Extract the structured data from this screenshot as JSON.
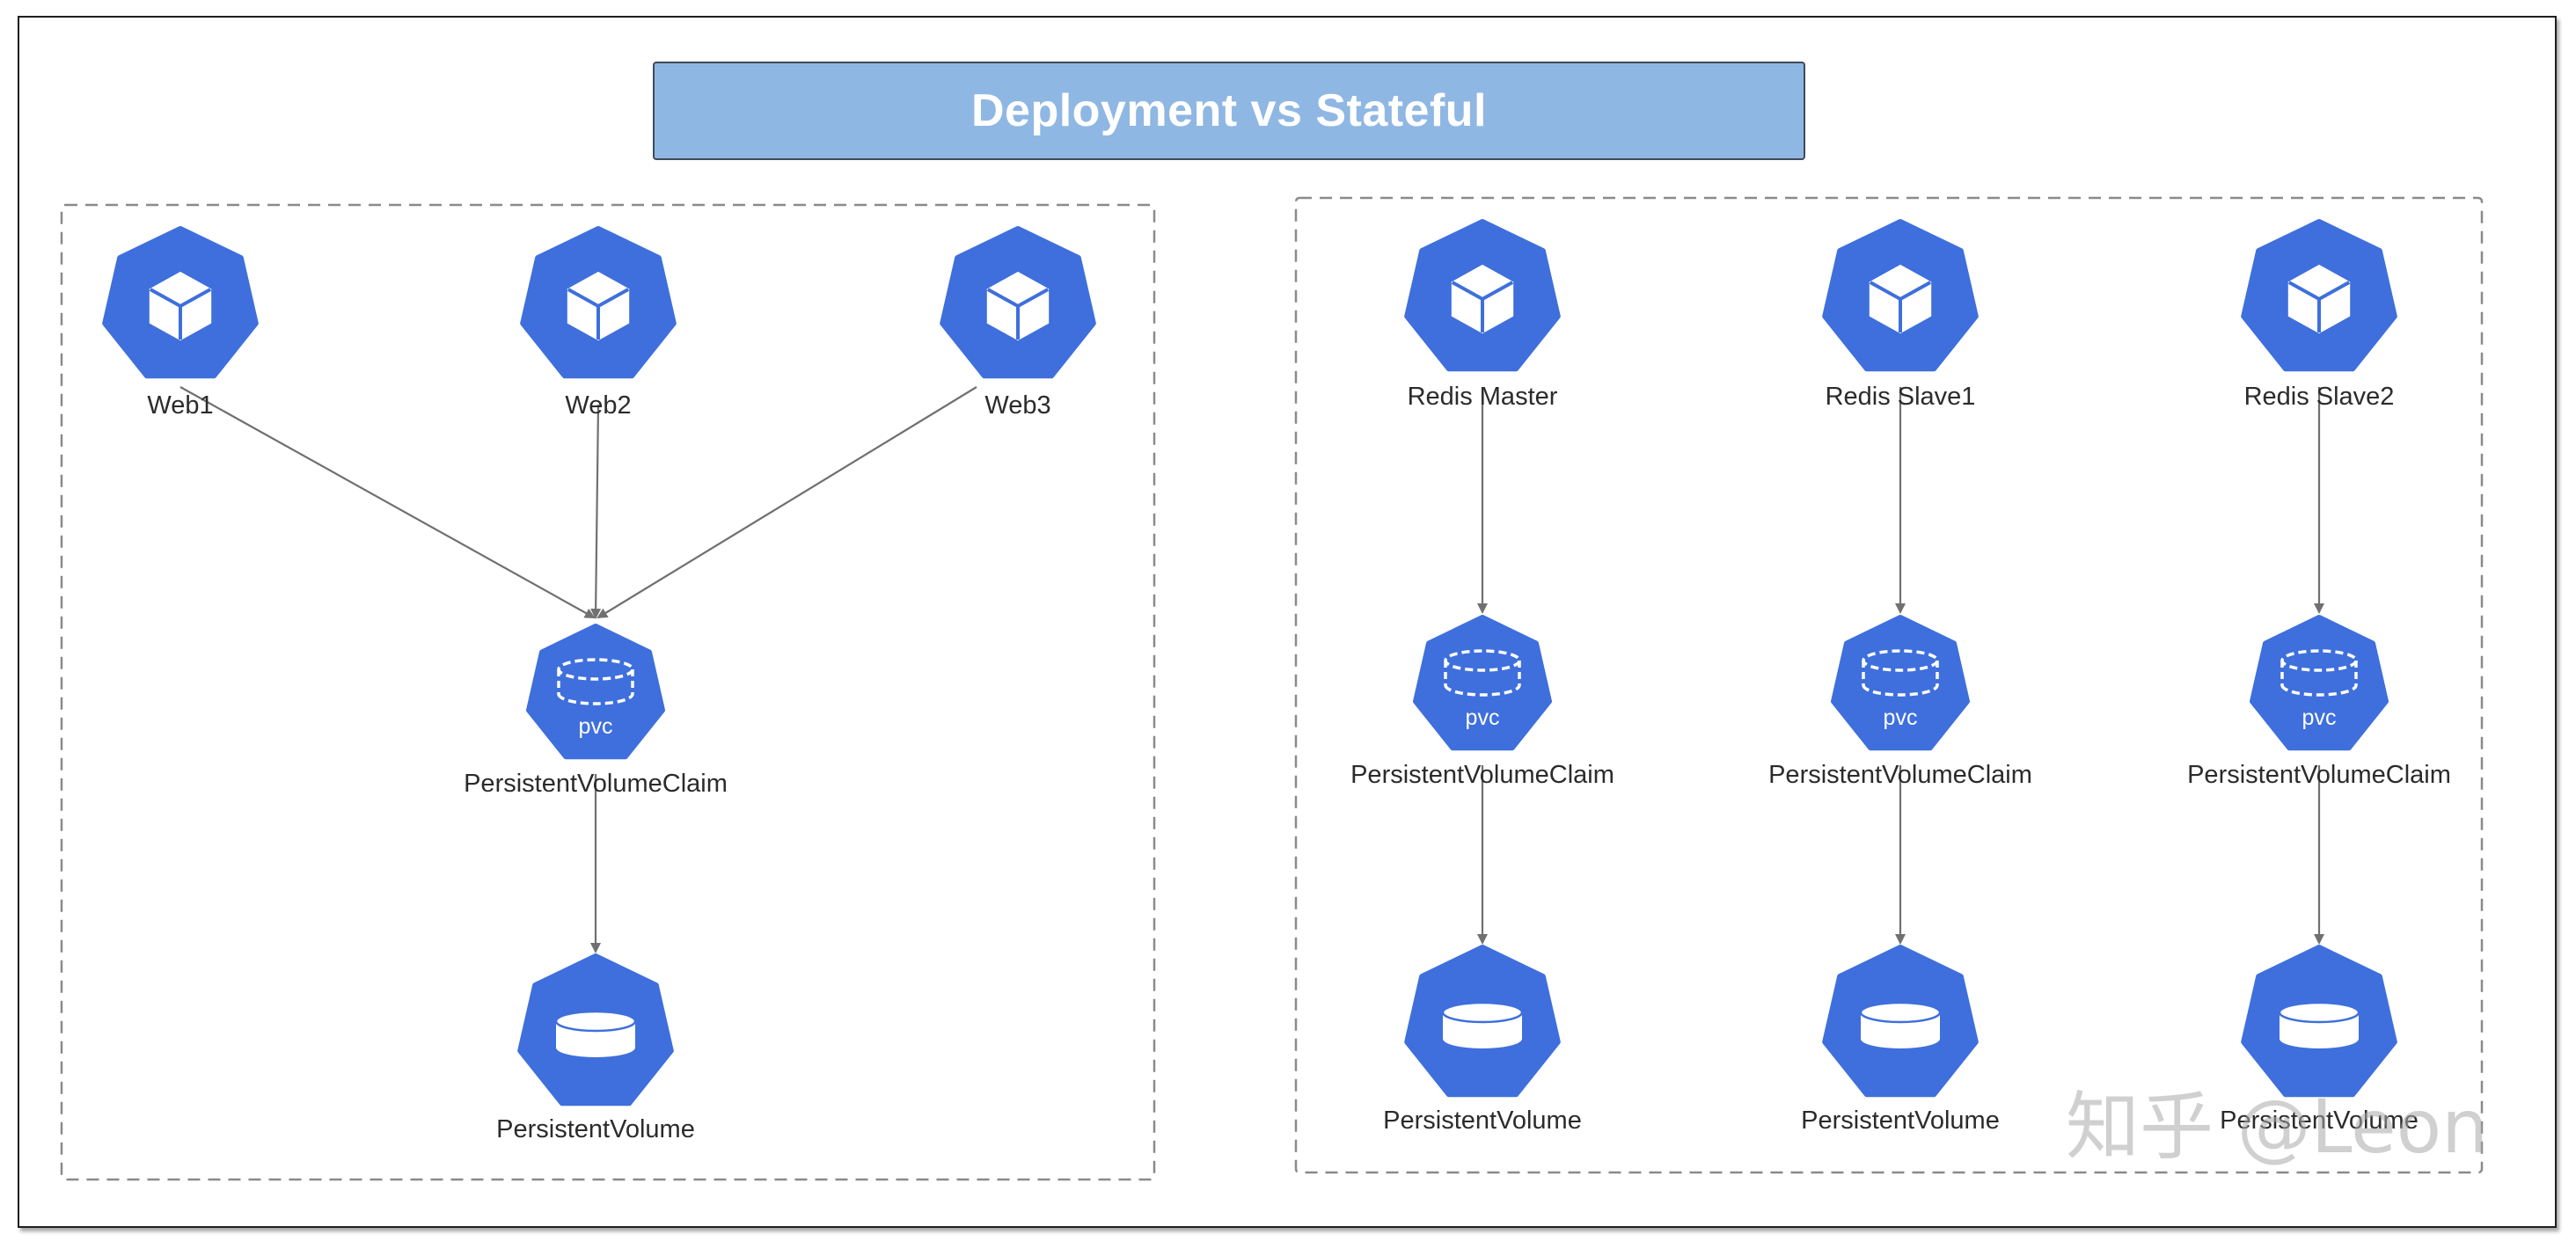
{
  "title": "Deployment vs Stateful",
  "colors": {
    "node": "#3e6fdc",
    "title_bg": "#8fb7e3",
    "arrow": "#707070",
    "group_border": "#8a8a8a"
  },
  "groups": [
    {
      "nodes": {
        "web1": {
          "label": "Web1",
          "icon": "pod-cube-icon"
        },
        "web2": {
          "label": "Web2",
          "icon": "pod-cube-icon"
        },
        "web3": {
          "label": "Web3",
          "icon": "pod-cube-icon"
        },
        "pvc": {
          "label": "PersistentVolumeClaim",
          "icon": "pvc-icon",
          "badge": "pvc"
        },
        "pv": {
          "label": "PersistentVolume",
          "icon": "pv-disk-icon"
        }
      }
    },
    {
      "nodes": {
        "master": {
          "label": "Redis Master",
          "icon": "pod-cube-icon"
        },
        "slave1": {
          "label": "Redis Slave1",
          "icon": "pod-cube-icon"
        },
        "slave2": {
          "label": "Redis Slave2",
          "icon": "pod-cube-icon"
        },
        "pvc1": {
          "label": "PersistentVolumeClaim",
          "icon": "pvc-icon",
          "badge": "pvc"
        },
        "pvc2": {
          "label": "PersistentVolumeClaim",
          "icon": "pvc-icon",
          "badge": "pvc"
        },
        "pvc3": {
          "label": "PersistentVolumeClaim",
          "icon": "pvc-icon",
          "badge": "pvc"
        },
        "pv1": {
          "label": "PersistentVolume",
          "icon": "pv-disk-icon"
        },
        "pv2": {
          "label": "PersistentVolume",
          "icon": "pv-disk-icon"
        },
        "pv3": {
          "label": "PersistentVolume",
          "icon": "pv-disk-icon"
        }
      }
    }
  ],
  "edges": [
    [
      "Web1",
      "PersistentVolumeClaim"
    ],
    [
      "Web2",
      "PersistentVolumeClaim"
    ],
    [
      "Web3",
      "PersistentVolumeClaim"
    ],
    [
      "PersistentVolumeClaim",
      "PersistentVolume"
    ],
    [
      "Redis Master",
      "PersistentVolumeClaim"
    ],
    [
      "PersistentVolumeClaim",
      "PersistentVolume"
    ],
    [
      "Redis Slave1",
      "PersistentVolumeClaim"
    ],
    [
      "PersistentVolumeClaim",
      "PersistentVolume"
    ],
    [
      "Redis Slave2",
      "PersistentVolumeClaim"
    ],
    [
      "PersistentVolumeClaim",
      "PersistentVolume"
    ]
  ],
  "watermark": "知乎 @Leon"
}
